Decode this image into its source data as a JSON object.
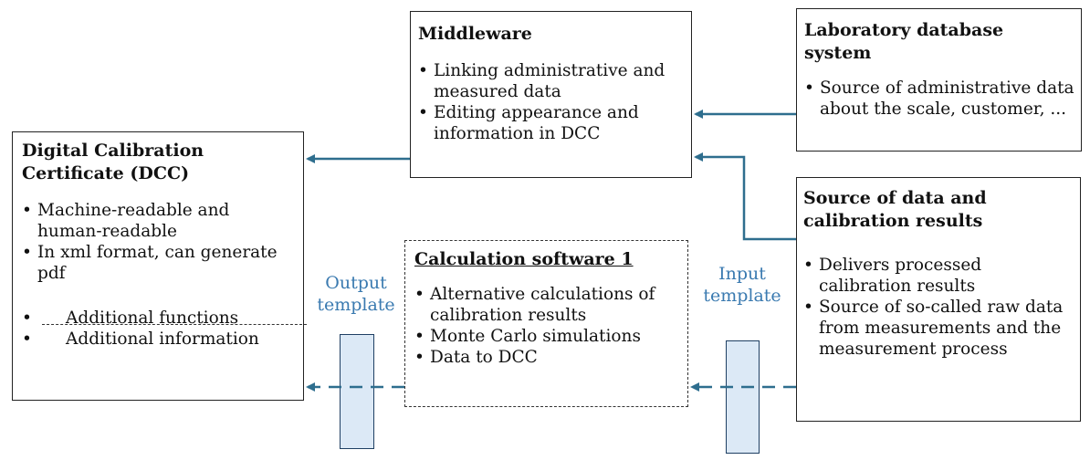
{
  "middleware": {
    "title": "Middleware",
    "items": [
      "Linking administrative and measured data",
      "Editing appearance and information in DCC"
    ]
  },
  "lab_db": {
    "title": "Laboratory database system",
    "items": [
      "Source of administrative data about the scale, customer, ..."
    ]
  },
  "dcc": {
    "title": "Digital Calibration Certificate (DCC)",
    "items": [
      "Machine-readable and human-readable",
      "In xml format, can generate pdf"
    ],
    "extra_items": [
      "Additional functions",
      "Additional information"
    ]
  },
  "calc": {
    "title": "Calculation software 1",
    "items": [
      "Alternative calculations of calibration results",
      "Monte Carlo simulations",
      "Data to DCC"
    ]
  },
  "source": {
    "title": "Source of data and calibration results",
    "items": [
      "Delivers processed calibration results",
      "Source of so-called raw data from measurements and the measurement process"
    ]
  },
  "output_template": "Output template",
  "input_template": "Input template",
  "colors": {
    "arrow": "#2e6e8e",
    "template_text": "#3a7ab0",
    "template_fill": "#dce9f6"
  }
}
